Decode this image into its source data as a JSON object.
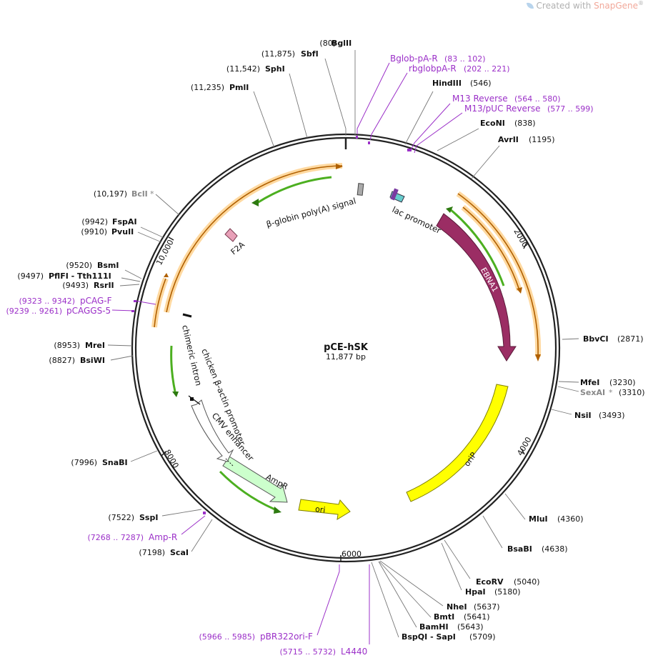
{
  "watermark": {
    "prefix": "Created with ",
    "brand": "SnapGene",
    "mark": "®"
  },
  "plasmid": {
    "name": "pCE-hSK",
    "size_label": "11,877 bp",
    "length_bp": 11877
  },
  "ticks": [
    "2000",
    "4000",
    "6000",
    "8000",
    "10,000"
  ],
  "colors": {
    "EBNA1": "#9b2d64",
    "oriP": "#ffff00",
    "ori": "#ffff00",
    "AmpR": "#ccffcc",
    "promoter": "#ffffff",
    "orf_orange": "#f0a030",
    "arrow_green": "#4caf20",
    "primer": "#9b30c8",
    "site_gray": "#888888"
  },
  "features": [
    {
      "name": "EBNA1",
      "kind": "orf"
    },
    {
      "name": "oriP",
      "kind": "rep_origin"
    },
    {
      "name": "ori",
      "kind": "rep_origin"
    },
    {
      "name": "AmpR",
      "kind": "gene"
    },
    {
      "name": "CMV enhancer",
      "kind": "enhancer"
    },
    {
      "name": "chicken β-actin promoter",
      "kind": "promoter"
    },
    {
      "name": "chimeric intron",
      "kind": "intron"
    },
    {
      "name": "F2A",
      "kind": "misc"
    },
    {
      "name": "β-globin poly(A) signal",
      "kind": "polyA"
    },
    {
      "name": "lac promoter",
      "kind": "promoter"
    }
  ],
  "sites": [
    {
      "name": "BglII",
      "pos": "(80)"
    },
    {
      "name": "SbfI",
      "pos": "(11,875)"
    },
    {
      "name": "SphI",
      "pos": "(11,542)"
    },
    {
      "name": "PmlI",
      "pos": "(11,235)"
    },
    {
      "name": "HindIII",
      "pos": "(546)"
    },
    {
      "name": "EcoNI",
      "pos": "(838)"
    },
    {
      "name": "AvrII",
      "pos": "(1195)"
    },
    {
      "name": "BclI",
      "pos": "(10,197)",
      "star": "*",
      "gray": true
    },
    {
      "name": "FspAI",
      "pos": "(9942)"
    },
    {
      "name": "PvuII",
      "pos": "(9910)"
    },
    {
      "name": "BsmI",
      "pos": "(9520)"
    },
    {
      "name": "PflFI - Tth111I",
      "pos": "(9497)"
    },
    {
      "name": "RsrII",
      "pos": "(9493)"
    },
    {
      "name": "MreI",
      "pos": "(8953)"
    },
    {
      "name": "BsiWI",
      "pos": "(8827)"
    },
    {
      "name": "SnaBI",
      "pos": "(7996)"
    },
    {
      "name": "SspI",
      "pos": "(7522)"
    },
    {
      "name": "ScaI",
      "pos": "(7198)"
    },
    {
      "name": "BbvCI",
      "pos": "(2871)"
    },
    {
      "name": "MfeI",
      "pos": "(3230)"
    },
    {
      "name": "SexAI",
      "pos": "(3310)",
      "star": "*",
      "gray": true
    },
    {
      "name": "NsiI",
      "pos": "(3493)"
    },
    {
      "name": "MluI",
      "pos": "(4360)"
    },
    {
      "name": "BsaBI",
      "pos": "(4638)"
    },
    {
      "name": "EcoRV",
      "pos": "(5040)"
    },
    {
      "name": "HpaI",
      "pos": "(5180)"
    },
    {
      "name": "NheI",
      "pos": "(5637)"
    },
    {
      "name": "BmtI",
      "pos": "(5641)"
    },
    {
      "name": "BamHI",
      "pos": "(5643)"
    },
    {
      "name": "BspQI - SapI",
      "pos": "(5709)"
    }
  ],
  "primers": [
    {
      "name": "Bglob-pA-R",
      "range": "(83 .. 102)"
    },
    {
      "name": "rbglobpA-R",
      "range": "(202 .. 221)"
    },
    {
      "name": "M13 Reverse",
      "range": "(564 .. 580)"
    },
    {
      "name": "M13/pUC Reverse",
      "range": "(577 .. 599)"
    },
    {
      "name": "pCAG-F",
      "range": "(9323 .. 9342)"
    },
    {
      "name": "pCAGGS-5",
      "range": "(9239 .. 9261)"
    },
    {
      "name": "Amp-R",
      "range": "(7268 .. 7287)"
    },
    {
      "name": "pBR322ori-F",
      "range": "(5966 .. 5985)"
    },
    {
      "name": "L4440",
      "range": "(5715 .. 5732)"
    }
  ]
}
